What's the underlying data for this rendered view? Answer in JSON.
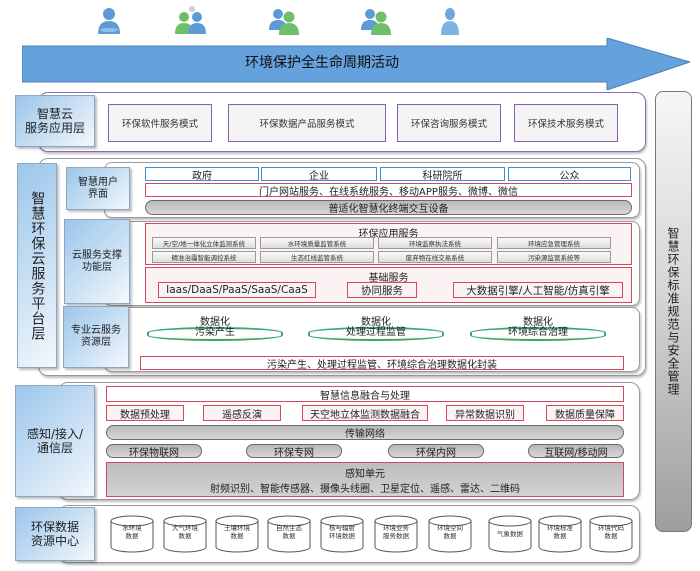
{
  "header": {
    "arrow_title": "环境保护全生命周期活动",
    "people_icons": [
      "person-icon",
      "group-icon",
      "group-icon",
      "group-icon",
      "person-icon"
    ]
  },
  "cloud_app_layer": {
    "label": "智慧云\n服务应用层",
    "label_line1": "智慧云",
    "label_line2": "服务应用层",
    "services": [
      "环保软件服务模式",
      "环保数据产品服务模式",
      "环保咨询服务模式",
      "环保技术服务模式"
    ]
  },
  "platform_layer": {
    "label": "智慧环保云服务平台层",
    "user_interface": {
      "label_line1": "智慧用户",
      "label_line2": "界面",
      "users": [
        "政府",
        "企业",
        "科研院所",
        "公众"
      ],
      "channels": "门户网站服务、在线系统服务、移动APP服务、微博、微信",
      "devices": "普适化智慧化终端交互设备"
    },
    "support_layer": {
      "label_line1": "云服务支撑",
      "label_line2": "功能层",
      "app_services_title": "环保应用服务",
      "app_systems": [
        "天/空/地一体化立体监测系统",
        "水环境质量监管系统",
        "环境监察执法系统",
        "环境应急管理系统",
        "精准治霾智能调控系统",
        "生态红线监管系统",
        "废弃物在线交易系统",
        "污染源监管系统等"
      ],
      "base_services_title": "基础服务",
      "base_services": [
        "Iaas/DaaS/PaaS/SaaS/CaaS",
        "协同服务",
        "大数据引擎/人工智能/仿真引擎"
      ]
    },
    "resource_layer": {
      "label_line1": "专业云服务",
      "label_line2": "资源层",
      "disks": [
        {
          "top": "数据化",
          "bottom": "污染产生"
        },
        {
          "top": "数据化",
          "bottom": "处理过程监管"
        },
        {
          "top": "数据化",
          "bottom": "环境综合治理"
        }
      ],
      "encapsulation": "污染产生、处理过程监管、环境综合治理数据化封装"
    }
  },
  "sensing_layer": {
    "label_line1": "感知/接入/",
    "label_line2": "通信层",
    "fusion_title": "智慧信息融合与处理",
    "fusion_items": [
      "数据预处理",
      "遥感反演",
      "天空地立体监测数据融合",
      "异常数据识别",
      "数据质量保障"
    ],
    "network_title": "传输网络",
    "networks": [
      "环保物联网",
      "环保专网",
      "环保内网",
      "互联网/移动网"
    ],
    "sensing_unit_title": "感知单元",
    "sensing_unit_items": "射频识别、智能传感器、摄像头线圈、卫星定位、遥感、雷达、二维码"
  },
  "data_center": {
    "label_line1": "环保数据",
    "label_line2": "资源中心",
    "databases": [
      [
        "水环境",
        "数据"
      ],
      [
        "大气环境",
        "数据"
      ],
      [
        "土壤环境",
        "数据"
      ],
      [
        "自然生态",
        "数据"
      ],
      [
        "核与辐射",
        "环境数据"
      ],
      [
        "环境业务",
        "服务数据"
      ],
      [
        "环境空间",
        "数据"
      ],
      [
        "气象数据",
        ""
      ],
      [
        "环境标准",
        "数据"
      ],
      [
        "环境代码",
        "数据"
      ]
    ]
  },
  "side_panel": {
    "label": "智慧环保标准规范与安全管理"
  }
}
